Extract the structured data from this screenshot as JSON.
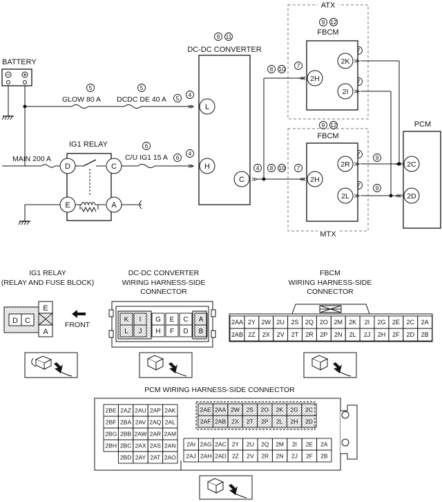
{
  "labels": {
    "atx": "ATX",
    "mtx": "MTX",
    "battery": "BATTERY",
    "dcdc_title": "DC-DC CONVERTER",
    "fbcm": "FBCM",
    "pcm": "PCM",
    "ig1_relay": "IG1 RELAY",
    "glow": "GLOW 80 A",
    "dcdc_fuse": "DCDC DE 40 A",
    "main": "MAIN 200 A",
    "cu_ig1": "C/U IG1 15 A",
    "front": "FRONT"
  },
  "refs": {
    "r4": "4",
    "r5": "5",
    "r6": "6",
    "r7": "7",
    "r8": "8",
    "r9": "9",
    "r10": "10",
    "r11": "11",
    "r12": "12"
  },
  "pins": {
    "L": "L",
    "H": "H",
    "C": "C",
    "D": "D",
    "E": "E",
    "A": "A",
    "p2H": "2H",
    "p2K": "2K",
    "p2I": "2I",
    "p2R": "2R",
    "p2L": "2L",
    "p2C": "2C",
    "p2D": "2D"
  },
  "connector_titles": {
    "ig1": [
      "IG1 RELAY",
      "(RELAY AND FUSE BLOCK)"
    ],
    "dcdc": [
      "DC-DC CONVERTER",
      "WIRING HARNESS-SIDE",
      "CONNECTOR"
    ],
    "fbcm": [
      "FBCM",
      "WIRING HARNESS-SIDE",
      "CONNECTOR"
    ],
    "pcm": "PCM WIRING HARNESS-SIDE CONNECTOR"
  },
  "ig1_connector": {
    "left": [
      "D",
      "C"
    ],
    "top": "E",
    "bottom": "A"
  },
  "dcdc_connector": {
    "row1": [
      "K",
      "I",
      "G",
      "E",
      "C",
      "A"
    ],
    "row2": [
      "L",
      "J",
      "H",
      "F",
      "D",
      "B"
    ]
  },
  "fbcm_connector": {
    "row1": [
      "2AA",
      "2Y",
      "2W",
      "2U",
      "2S",
      "2Q",
      "2O",
      "2M",
      "2K",
      "2I",
      "2G",
      "2E",
      "2C",
      "2A"
    ],
    "row2": [
      "2AB",
      "2Z",
      "2X",
      "2V",
      "2T",
      "2R",
      "2P",
      "2N",
      "2L",
      "2J",
      "2H",
      "2F",
      "2D",
      "2B"
    ]
  },
  "pcm_connector": {
    "left": [
      [
        "2BE",
        "2AZ",
        "2AU",
        "2AP",
        "2AK"
      ],
      [
        "2BF",
        "2BA",
        "2AV",
        "2AQ",
        "2AL"
      ],
      [
        "2BG",
        "2BB",
        "2AW",
        "2AR",
        "2AM"
      ],
      [
        "2BH",
        "2BC",
        "2AX",
        "2AS",
        "2AN"
      ],
      [
        "",
        "2BD",
        "2AY",
        "2AT",
        "2AO"
      ]
    ],
    "upper": [
      [
        "2AE",
        "2AA",
        "2W",
        "2S",
        "2O",
        "2K",
        "2G",
        "2C"
      ],
      [
        "2AF",
        "2AB",
        "2X",
        "2T",
        "2P",
        "2L",
        "2H",
        "2D"
      ]
    ],
    "lower": [
      [
        "2AI",
        "2AG",
        "2AC",
        "2Y",
        "2U",
        "2Q",
        "2M",
        "2I",
        "2E",
        "2A"
      ],
      [
        "2AJ",
        "2AH",
        "2AD",
        "2Z",
        "2V",
        "2R",
        "2N",
        "2J",
        "2F",
        "2B"
      ]
    ]
  },
  "colors": {
    "line": "#111111",
    "hatch": "#d0d0d0",
    "dashed": "#777777"
  }
}
